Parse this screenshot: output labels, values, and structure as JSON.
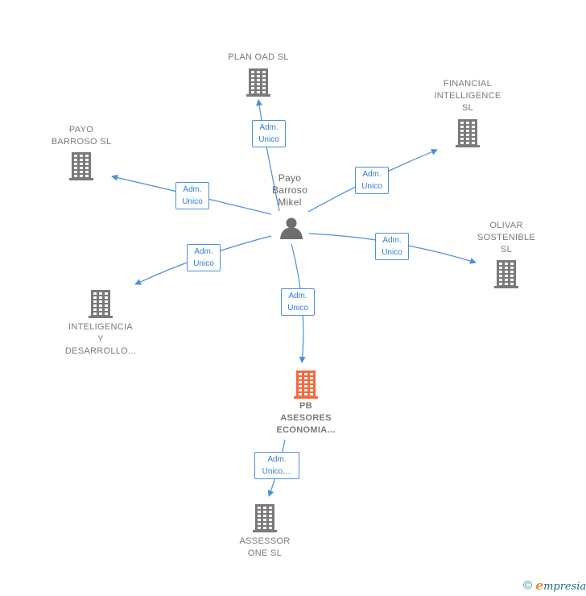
{
  "colors": {
    "edge": "#4a90d9",
    "company": "#7a7a7a",
    "company_focus": "#f26a3f",
    "person": "#6e6e6e"
  },
  "person": {
    "name": [
      "Payo",
      "Barroso",
      "Mikel"
    ],
    "icon": "person-icon"
  },
  "companies": [
    {
      "id": "plan-oad",
      "label": [
        "PLAN OAD  SL"
      ],
      "icon": "building-icon"
    },
    {
      "id": "financial-intelligence",
      "label": [
        "FINANCIAL",
        "INTELLIGENCE",
        "SL"
      ],
      "icon": "building-icon"
    },
    {
      "id": "payo-barroso",
      "label": [
        "PAYO",
        "BARROSO  SL"
      ],
      "icon": "building-icon"
    },
    {
      "id": "olivar-sostenible",
      "label": [
        "OLIVAR",
        "SOSTENIBLE",
        "SL"
      ],
      "icon": "building-icon"
    },
    {
      "id": "inteligencia-desarrollo",
      "label": [
        "INTELIGENCIA",
        "Y",
        "DESARROLLO..."
      ],
      "icon": "building-icon"
    },
    {
      "id": "pb-asesores",
      "label": [
        "PB",
        "ASESORES",
        "ECONOMIA..."
      ],
      "icon": "building-icon",
      "focus": true
    },
    {
      "id": "assessor-one",
      "label": [
        "ASSESSOR",
        "ONE  SL"
      ],
      "icon": "building-icon"
    }
  ],
  "relations": [
    {
      "from": "person",
      "to": "plan-oad",
      "label": [
        "Adm.",
        "Unico"
      ]
    },
    {
      "from": "person",
      "to": "financial-intelligence",
      "label": [
        "Adm.",
        "Unico"
      ]
    },
    {
      "from": "person",
      "to": "payo-barroso",
      "label": [
        "Adm.",
        "Unico"
      ]
    },
    {
      "from": "person",
      "to": "olivar-sostenible",
      "label": [
        "Adm.",
        "Unico"
      ]
    },
    {
      "from": "person",
      "to": "inteligencia-desarrollo",
      "label": [
        "Adm.",
        "Unico"
      ]
    },
    {
      "from": "person",
      "to": "pb-asesores",
      "label": [
        "Adm.",
        "Unico"
      ]
    },
    {
      "from": "pb-asesores",
      "to": "assessor-one",
      "label": [
        "Adm.",
        "Unico,..."
      ]
    }
  ],
  "footer": {
    "copyright_symbol": "©",
    "brand": "mpresia",
    "brand_initial": "e"
  }
}
